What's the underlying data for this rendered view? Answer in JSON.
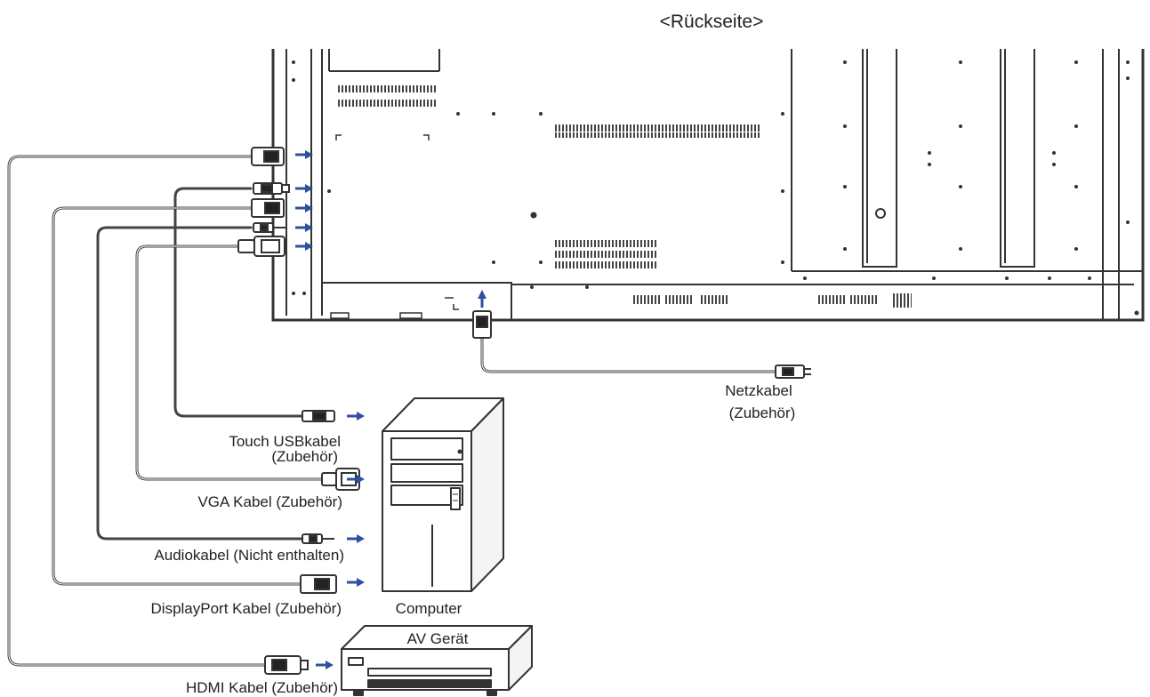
{
  "diagram": {
    "rear_label": "<Rückseite>",
    "cables": {
      "touch_usb_line1": "Touch USBkabel",
      "touch_usb_line2": "(Zubehör)",
      "vga": "VGA Kabel (Zubehör)",
      "audio": "Audiokabel (Nicht enthalten)",
      "displayport": "DisplayPort Kabel (Zubehör)",
      "hdmi": "HDMI Kabel (Zubehör)",
      "power_line1": "Netzkabel",
      "power_line2": "(Zubehör)"
    },
    "devices": {
      "computer": "Computer",
      "av_device": "AV Gerät"
    },
    "colors": {
      "line": "#333333",
      "arrow": "#2f4f9f"
    }
  }
}
